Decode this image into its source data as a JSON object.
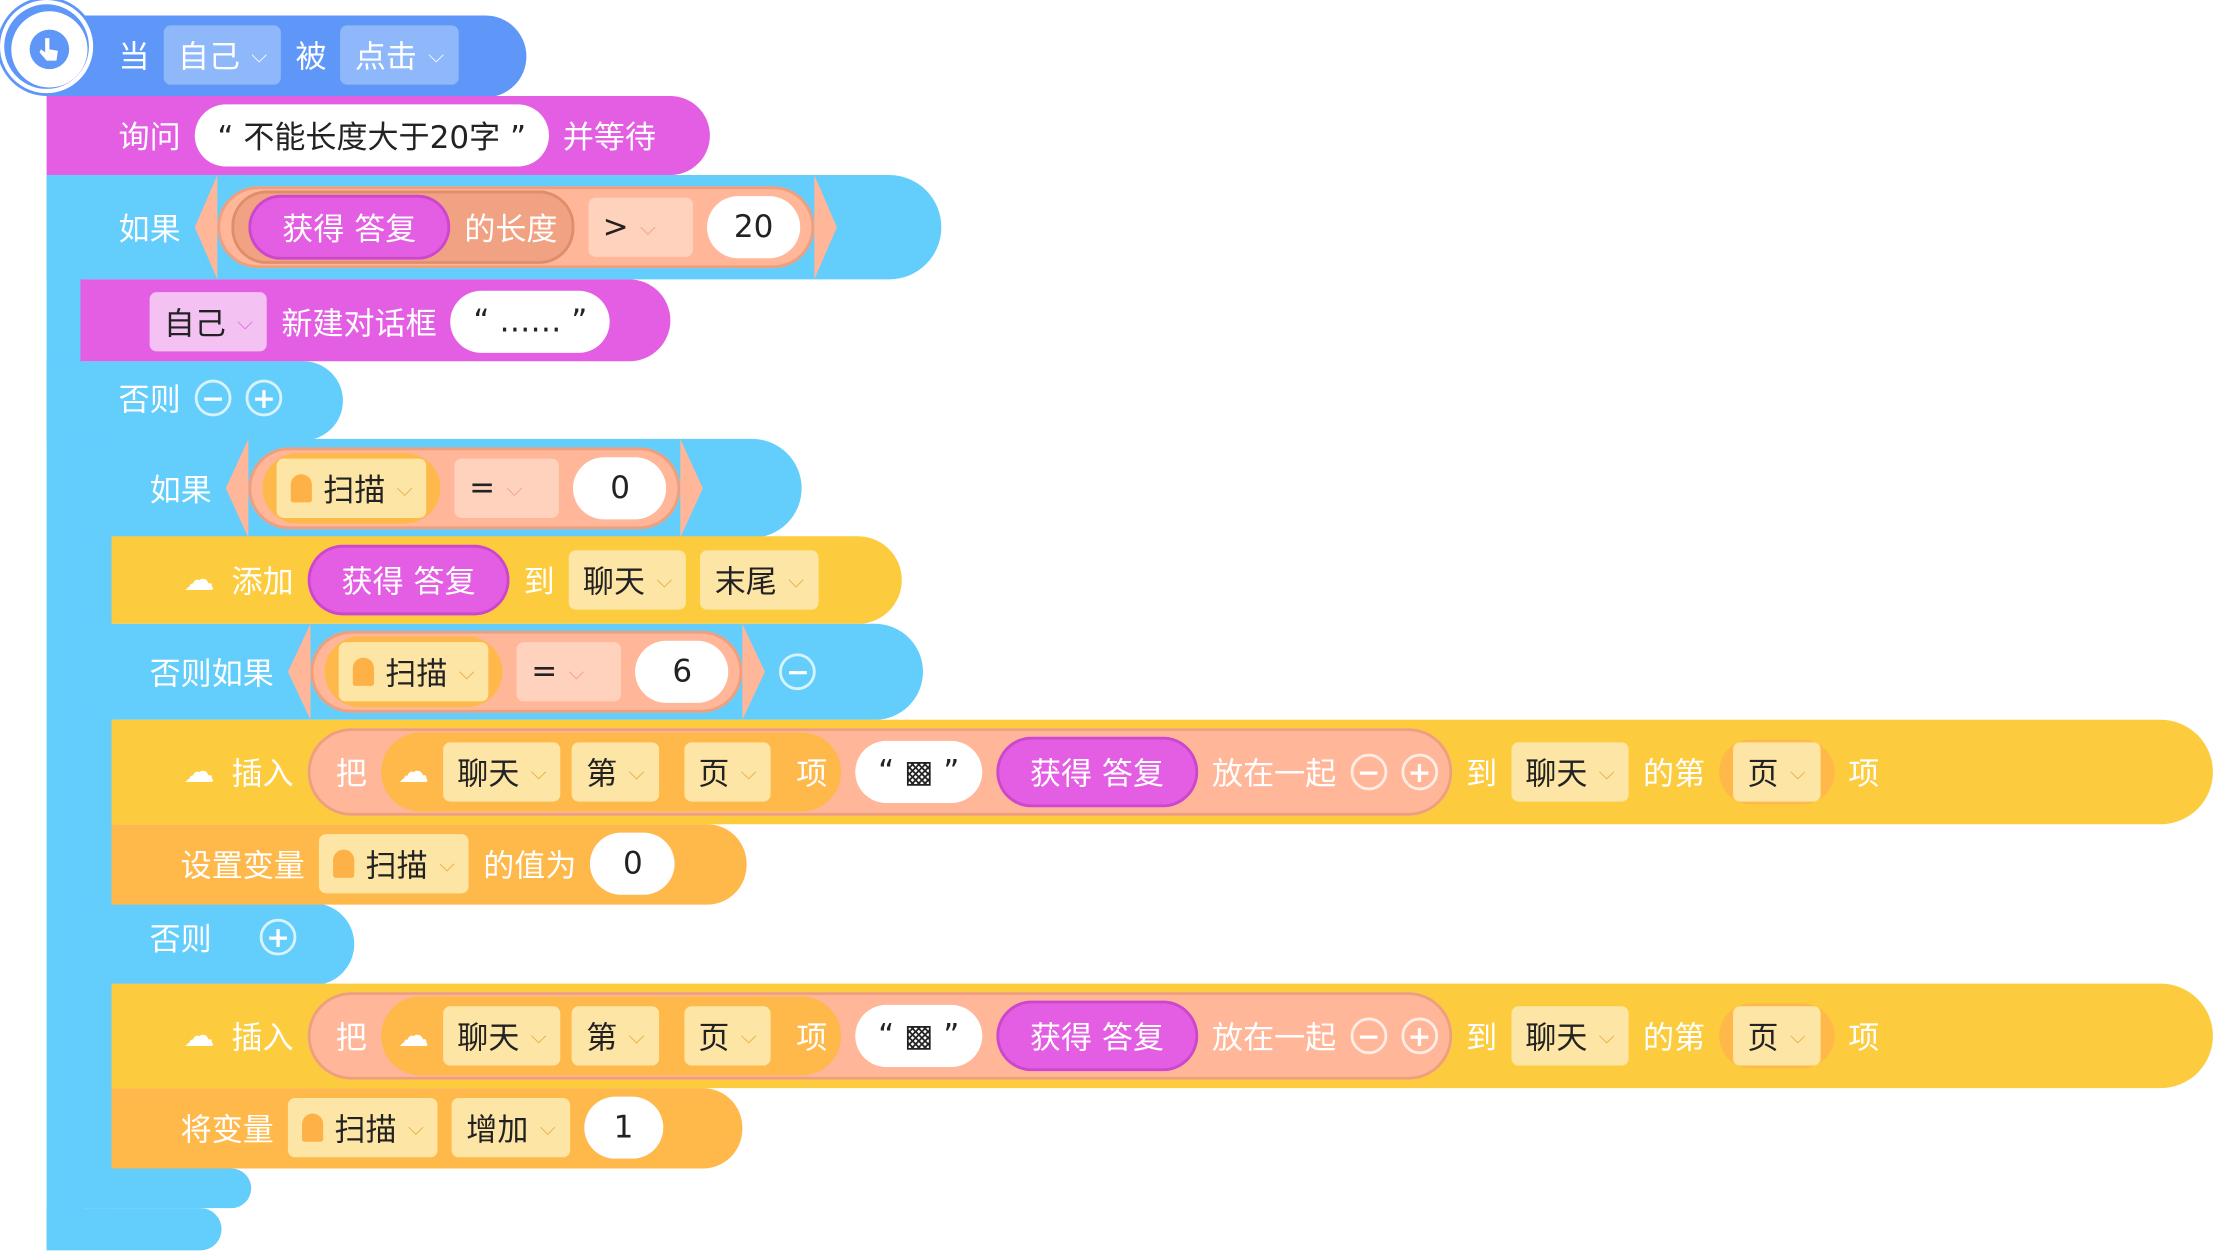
{
  "event": {
    "prefix": "当",
    "target": "自己",
    "middle": "被",
    "action": "点击"
  },
  "ask": {
    "label": "询问",
    "text": "“ 不能长度大于20字 ”",
    "suffix": "并等待"
  },
  "if1": {
    "label": "如果",
    "reporter": "获得 答复",
    "length_label": "的长度",
    "operator": ">",
    "value": "20"
  },
  "dialog": {
    "target": "自己",
    "label": "新建对话框",
    "text": "“ …… ”"
  },
  "else1": {
    "label": "否则",
    "minus": "−",
    "plus": "+"
  },
  "if2": {
    "label": "如果",
    "variable": "扫描",
    "operator": "=",
    "value": "0"
  },
  "add_block": {
    "label": "添加",
    "reporter": "获得 答复",
    "to": "到",
    "list": "聊天",
    "position": "末尾"
  },
  "elseif": {
    "label": "否则如果",
    "variable": "扫描",
    "operator": "=",
    "value": "6",
    "minus": "−"
  },
  "insert1": {
    "label": "插入",
    "put": "把",
    "list": "聊天",
    "nth": "第",
    "page": "页",
    "item": "项",
    "text": "“ ▩ ”",
    "reporter": "获得 答复",
    "join_label": "放在一起",
    "minus": "−",
    "plus": "+",
    "to": "到",
    "target_list": "聊天",
    "nth2": "的第",
    "page2": "页",
    "item2": "项"
  },
  "setvar": {
    "label": "设置变量",
    "variable": "扫描",
    "value_label": "的值为",
    "value": "0"
  },
  "else2": {
    "label": "否则",
    "plus": "+"
  },
  "insert2": {
    "label": "插入",
    "put": "把",
    "list": "聊天",
    "nth": "第",
    "page": "页",
    "item": "项",
    "text": "“ ▩ ”",
    "reporter": "获得 答复",
    "join_label": "放在一起",
    "minus": "−",
    "plus": "+",
    "to": "到",
    "target_list": "聊天",
    "nth2": "的第",
    "page2": "页",
    "item2": "项"
  },
  "incvar": {
    "label": "将变量",
    "variable": "扫描",
    "op": "增加",
    "value": "1"
  },
  "colors": {
    "event": "#5e97f8",
    "looks": "#e35ee3",
    "control": "#63cdfc",
    "operator": "#ffb699",
    "list": "#fdcc3e",
    "variable": "#ffb84a"
  },
  "icons": [
    "hand-pointer-icon",
    "ghost-icon",
    "cloud-list-icon",
    "chevron-down-icon"
  ]
}
